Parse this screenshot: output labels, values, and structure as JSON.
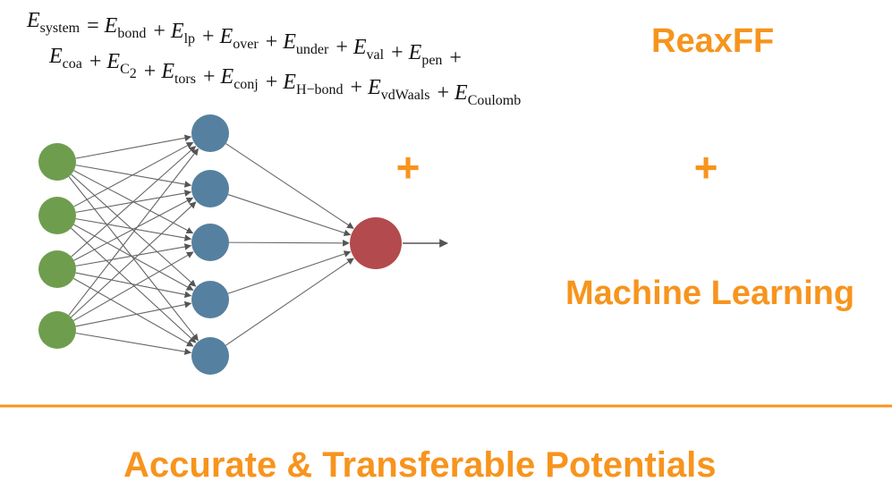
{
  "equation": {
    "line1": [
      {
        "sym": "E",
        "sub": "system"
      },
      {
        "op": "="
      },
      {
        "sym": "E",
        "sub": "bond"
      },
      {
        "op": "+"
      },
      {
        "sym": "E",
        "sub": "lp"
      },
      {
        "op": "+"
      },
      {
        "sym": "E",
        "sub": "over"
      },
      {
        "op": "+"
      },
      {
        "sym": "E",
        "sub": "under"
      },
      {
        "op": "+"
      },
      {
        "sym": "E",
        "sub": "val"
      },
      {
        "op": "+"
      },
      {
        "sym": "E",
        "sub": "pen"
      },
      {
        "op": "+"
      }
    ],
    "line2": [
      {
        "sym": "E",
        "sub": "coa"
      },
      {
        "op": "+"
      },
      {
        "sym": "E",
        "sub": "C",
        "subsub": "2"
      },
      {
        "op": "+"
      },
      {
        "sym": "E",
        "sub": "tors"
      },
      {
        "op": "+"
      },
      {
        "sym": "E",
        "sub": "conj"
      },
      {
        "op": "+"
      },
      {
        "sym": "E",
        "sub": "H−bond"
      },
      {
        "op": "+"
      },
      {
        "sym": "E",
        "sub": "vdWaals"
      },
      {
        "op": "+"
      },
      {
        "sym": "E",
        "sub": "Coulomb"
      }
    ]
  },
  "labels": {
    "reaxff": "ReaxFF",
    "plus_symbol": "+",
    "machine_learning": "Machine Learning",
    "bottom_title": "Accurate & Transferable Potentials"
  },
  "network": {
    "layers": [
      4,
      5,
      1
    ],
    "colors": {
      "input": "#6f9d4e",
      "hidden": "#56809f",
      "output": "#b34a4e",
      "edge": "#666666"
    }
  },
  "colors": {
    "accent": "#f7941d",
    "divider": "#f7941d"
  }
}
